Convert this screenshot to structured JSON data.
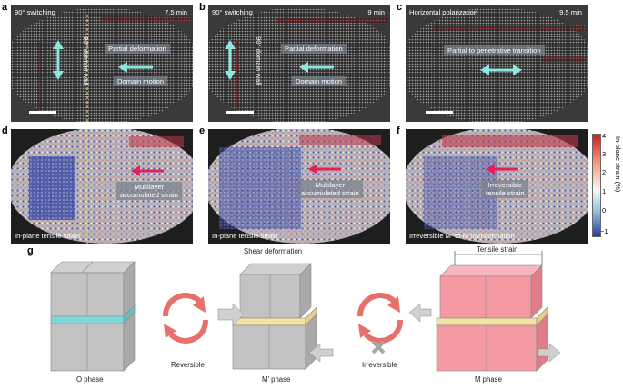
{
  "figure": {
    "panels_top": [
      {
        "letter": "a",
        "title": "90° switching",
        "time": "7.5 min",
        "wall_label": "90° domain wall",
        "label1": "Partial deformation",
        "label2": "Domain motion"
      },
      {
        "letter": "b",
        "title": "90° switching",
        "time": "9 min",
        "wall_label": "90° domain wall",
        "label1": "Partial deformation",
        "label2": "Domain motion"
      },
      {
        "letter": "c",
        "title": "Horizontal polarization",
        "time": "9.5 min",
        "label1": "Partial to penetrative transition"
      }
    ],
    "panels_mid": [
      {
        "letter": "d",
        "caption": "In-plane tensile strain",
        "label": "Multilayer\naccumulated strain"
      },
      {
        "letter": "e",
        "caption": "In-plane tensile strain",
        "label": "Multilayer\naccumulated strain"
      },
      {
        "letter": "f",
        "caption": "Irreversible M′-to-M transformation",
        "label": "Irreversible\ntensile strain"
      }
    ],
    "colorbar": {
      "title": "In-plane strain (%)",
      "ticks": [
        "4",
        "3",
        "2",
        "1",
        "0",
        "−1"
      ],
      "colors": [
        "#d7191c",
        "#f4a582",
        "#f7f7f7",
        "#92c5de",
        "#2c3d9c"
      ]
    },
    "panel_g": {
      "letter": "g",
      "o_phase": "O phase",
      "mprime_phase": "M′ phase",
      "m_phase": "M phase",
      "reversible": "Reversible",
      "irreversible": "Irreversible",
      "shear": "Shear deformation",
      "tensile": "Tensile strain"
    },
    "colors": {
      "grey_block": "#c3c3c3",
      "cyan_layer": "#7fd8d8",
      "yellow_layer": "#f5e3a3",
      "pink_block": "#f49aa3",
      "arrow_red": "#e8706c",
      "cross_grey": "#a7a7a7",
      "dashed_wall": "#f0d060",
      "cyan_arrow": "#8ee6e0",
      "magenta_arrow": "#e3205a"
    }
  }
}
